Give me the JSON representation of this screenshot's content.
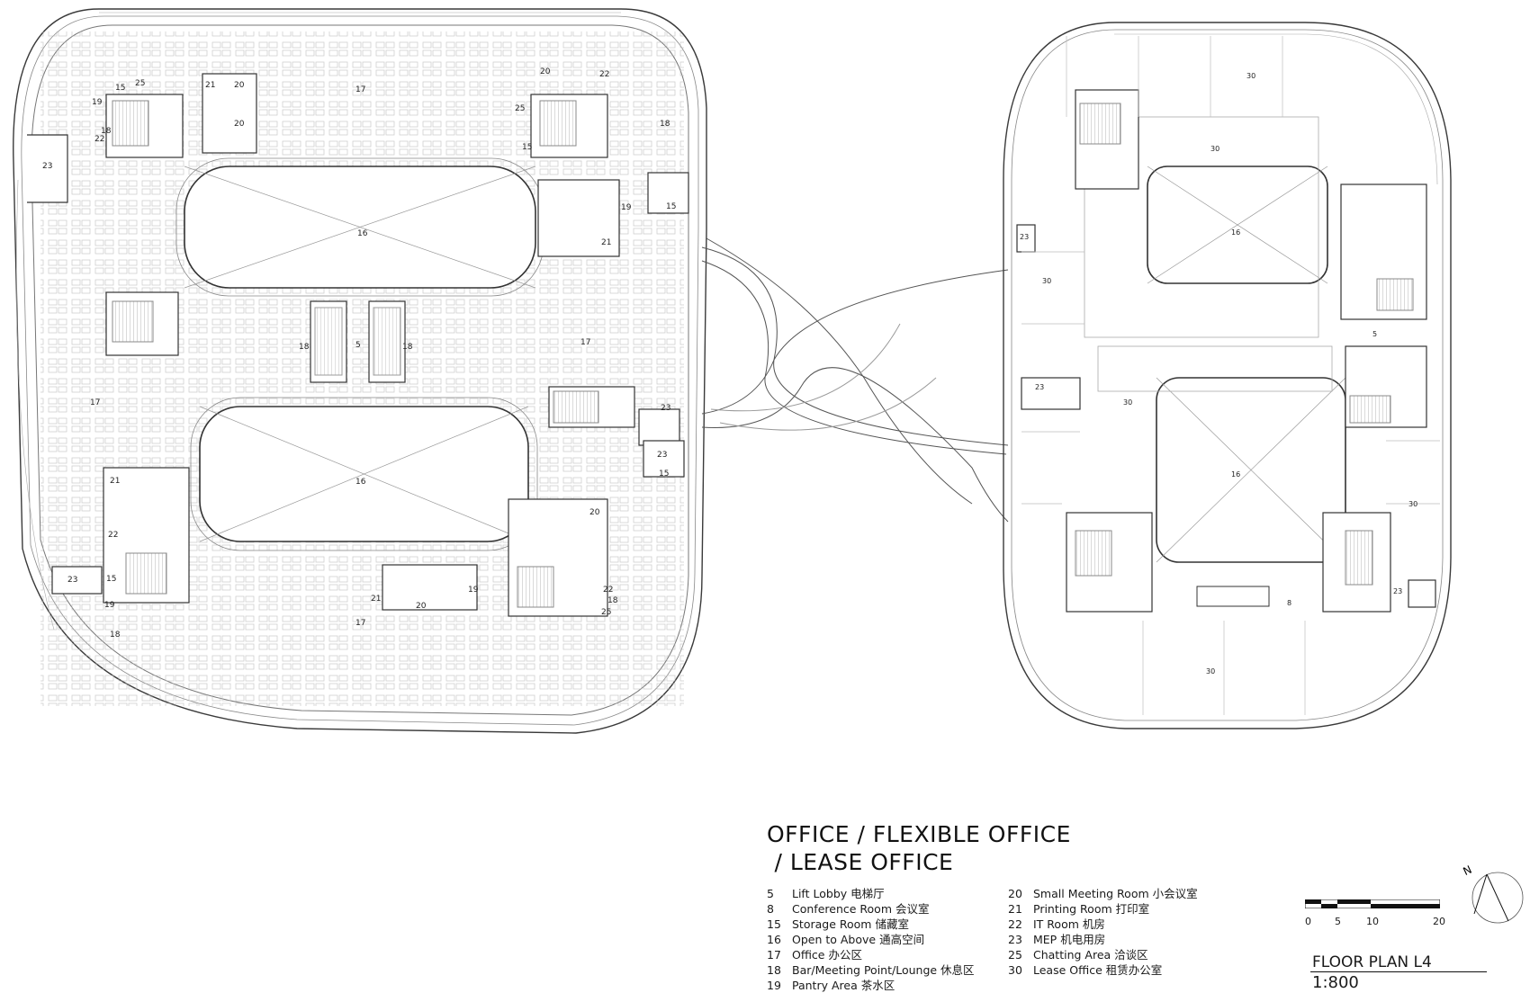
{
  "title_lines": [
    "OFFICE / FLEXIBLE OFFICE",
    " / LEASE OFFICE"
  ],
  "legend": {
    "column1": [
      {
        "num": "5",
        "label": "Lift Lobby 电梯厅"
      },
      {
        "num": "8",
        "label": "Conference Room 会议室"
      },
      {
        "num": "15",
        "label": "Storage Room 储藏室"
      },
      {
        "num": "16",
        "label": "Open to Above 通高空间"
      },
      {
        "num": "17",
        "label": "Office 办公区"
      },
      {
        "num": "18",
        "label": "Bar/Meeting Point/Lounge 休息区"
      },
      {
        "num": "19",
        "label": "Pantry Area 茶水区"
      }
    ],
    "column2": [
      {
        "num": "20",
        "label": "Small Meeting Room 小会议室"
      },
      {
        "num": "21",
        "label": "Printing Room 打印室"
      },
      {
        "num": "22",
        "label": "IT Room 机房"
      },
      {
        "num": "23",
        "label": "MEP 机电用房"
      },
      {
        "num": "25",
        "label": "Chatting Area 洽谈区"
      },
      {
        "num": "30",
        "label": "Lease Office 租赁办公室"
      }
    ]
  },
  "scale": {
    "ticks": [
      "0",
      "5",
      "10",
      "20"
    ],
    "ratio": "1:800",
    "plan_name": "FLOOR PLAN L4"
  },
  "north_label": "N",
  "room_tags": {
    "r5": "5",
    "r8": "8",
    "r15": "15",
    "r16": "16",
    "r17": "17",
    "r18": "18",
    "r19": "19",
    "r20": "20",
    "r21": "21",
    "r22": "22",
    "r23": "23",
    "r25": "25",
    "r30": "30"
  },
  "colors": {
    "line": "#3a3a3a",
    "light_line": "#9a9a9a",
    "fill": "#f4f4f4"
  }
}
